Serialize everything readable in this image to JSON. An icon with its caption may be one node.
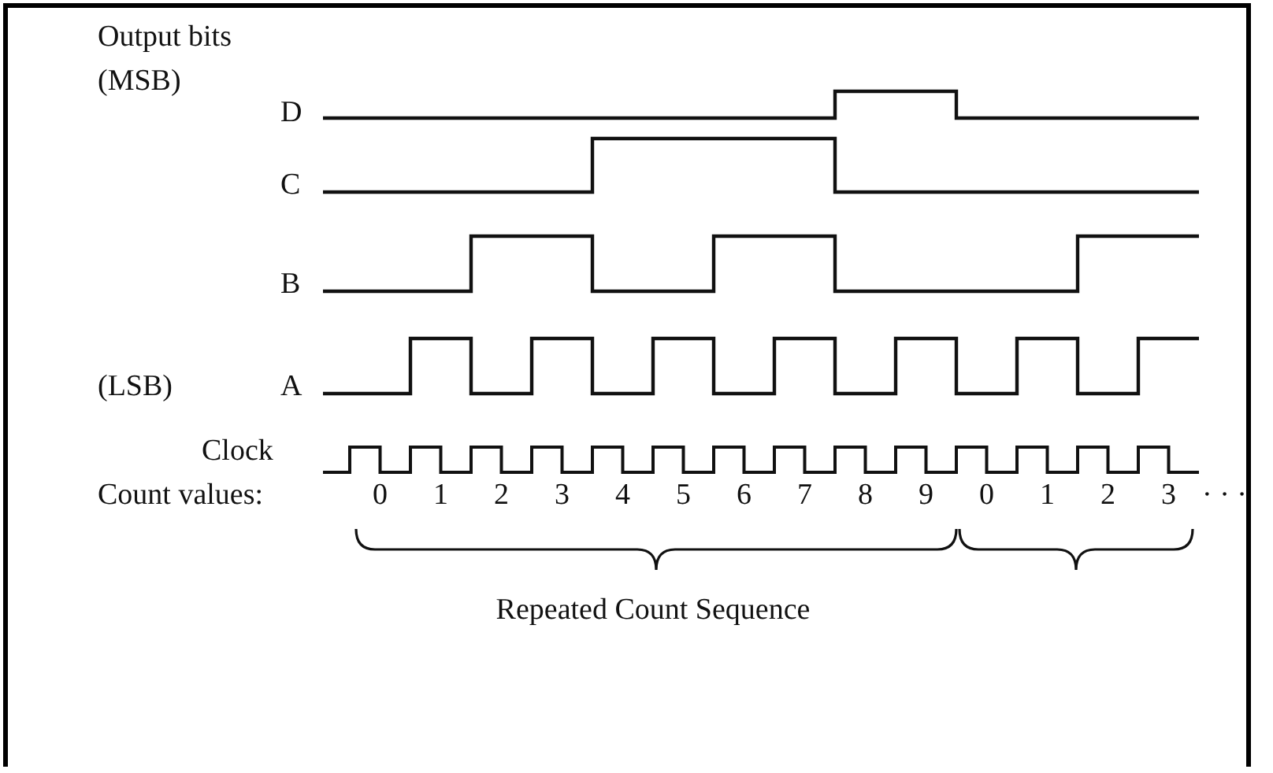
{
  "diagram": {
    "labels": [
      "Output bits",
      "(MSB)",
      "D",
      "C",
      "B",
      "(LSB)",
      "A",
      "Clock",
      "Count values:",
      "0",
      "1",
      "2",
      "3",
      "4",
      "5",
      "6",
      "7",
      "8",
      "9",
      "0",
      "1",
      "2",
      "3",
      "· · ·",
      "Repeated Count Sequence"
    ]
  }
}
